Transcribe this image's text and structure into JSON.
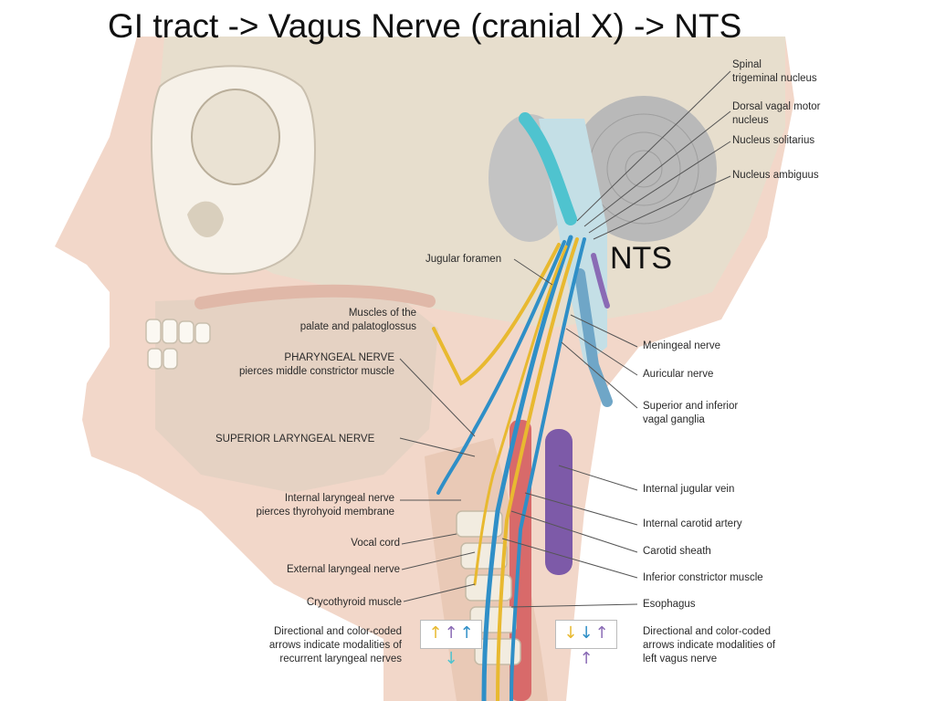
{
  "title": "GI tract -> Vagus Nerve (cranial X) ->  NTS",
  "nts": "NTS",
  "labels": {
    "spinal_trigeminal": "Spinal\ntrigeminal nucleus",
    "dorsal_vagal": "Dorsal vagal motor\nnucleus",
    "nucleus_solitarius": "Nucleus solitarius",
    "nucleus_ambiguus": "Nucleus ambiguus",
    "jugular_foramen": "Jugular foramen",
    "muscles_palate": "Muscles of the\npalate and palatoglossus",
    "pharyngeal_nerve": "PHARYNGEAL NERVE\npierces middle constrictor muscle",
    "superior_laryngeal": "SUPERIOR LARYNGEAL NERVE",
    "internal_laryngeal": "Internal laryngeal nerve\npierces thyrohyoid membrane",
    "vocal_cord": "Vocal cord",
    "external_laryngeal": "External laryngeal nerve",
    "crycothyroid": "Crycothyroid muscle",
    "directional_left_text": "Directional and color-coded\narrows indicate modalities of\nrecurrent laryngeal nerves",
    "meningeal": "Meningeal nerve",
    "auricular": "Auricular nerve",
    "vagal_ganglia": "Superior and inferior\nvagal ganglia",
    "internal_jugular": "Internal jugular vein",
    "internal_carotid": "Internal carotid artery",
    "carotid_sheath": "Carotid sheath",
    "inferior_constrictor": "Inferior constrictor muscle",
    "esophagus": "Esophagus",
    "directional_right_text": "Directional and color-coded\narrows indicate modalities of\nleft vagus nerve"
  },
  "arrows_left": [
    "↑",
    "↑",
    "↑",
    "↓"
  ],
  "arrows_right": [
    "↓",
    "↓",
    "↑",
    "↑"
  ],
  "colors": {
    "skin": "#f3d9cc",
    "brain": "#e4dccb",
    "nerve_blue": "#2f8fc7",
    "nerve_yellow": "#e8b930",
    "nerve_purple": "#8a6bb5",
    "muscle_red": "#d86a6a",
    "vein_purple": "#7d5aa8",
    "cyan": "#4fc3cf"
  }
}
